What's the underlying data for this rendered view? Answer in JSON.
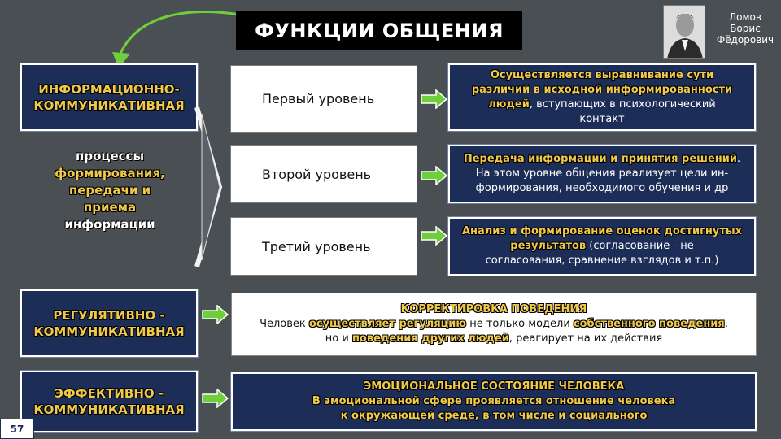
{
  "header": {
    "title": "ФУНКЦИИ ОБЩЕНИЯ",
    "author_line1": "Ломов",
    "author_line2": "Борис",
    "author_line3": "Фёдорович"
  },
  "functions": {
    "info": "ИНФОРМАЦИОННО-КОММУНИКАТИВНАЯ",
    "info_line1": "ИНФОРМАЦИОННО-",
    "info_line2": "КОММУНИКАТИВНАЯ",
    "reg_line1": "РЕГУЛЯТИВНО -",
    "reg_line2": "КОММУНИКАТИВНАЯ",
    "eff_line1": "ЭФФЕКТИВНО -",
    "eff_line2": "КОММУНИКАТИВНАЯ"
  },
  "processes": {
    "l1": "процессы",
    "l2": "формирования,",
    "l3": "передачи и",
    "l4": "приема",
    "l5": "информации"
  },
  "levels": [
    {
      "label": "Первый уровень"
    },
    {
      "label": "Второй уровень"
    },
    {
      "label": "Третий уровень"
    }
  ],
  "level_desc": {
    "l1_a": "Осуществляется выравнивание сути",
    "l1_b": "различий в исходной информированности",
    "l1_c": "людей",
    "l1_d": ", вступающих в психологический",
    "l1_e": "контакт",
    "l2_a": "Передача информации и принятия решений",
    "l2_b": ".",
    "l2_c": "На этом уровне общения реализует цели ин-",
    "l2_d": "формирования, необходимого обучения и др",
    "l3_a": "Анализ и формирование оценок достигнутых",
    "l3_b": "результатов",
    "l3_c": " (согласование - не",
    "l3_d": "согласования, сравнение взглядов и т.п.)"
  },
  "regulation": {
    "heading": "КОРРЕКТИРОВКА ПОВЕДЕНИЯ",
    "a": "Человек ",
    "b": "осуществляет регуляцию",
    "c": " не только модели ",
    "d": "собственного поведения",
    "e": ",",
    "f": "но и ",
    "g": "поведения других людей",
    "h": ", реагирует на их действия"
  },
  "emotion": {
    "heading": "ЭМОЦИОНАЛЬНОЕ СОСТОЯНИЕ ЧЕЛОВЕКА",
    "line1": "В эмоциональной сфере проявляется отношение человека",
    "line2": "к окружающей среде, в том числе и социального"
  },
  "page_number": "57",
  "colors": {
    "navy": "#1c2e57",
    "gold": "#f0c94a",
    "arrow_green": "#6fcf3a",
    "background": "#4a4f53"
  }
}
